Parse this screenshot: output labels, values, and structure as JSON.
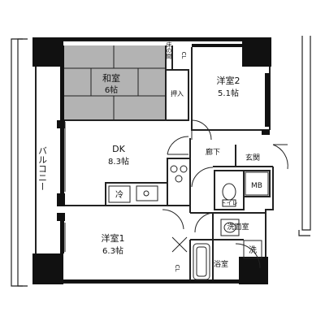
{
  "rooms": {
    "washitsu": {
      "name": "和室",
      "size": "6帖"
    },
    "yoshitsu2": {
      "name": "洋室2",
      "size": "5.1帖"
    },
    "dk": {
      "name": "DK",
      "size": "8.3帖"
    },
    "yoshitsu1": {
      "name": "洋室1",
      "size": "6.3帖"
    },
    "rouka": {
      "name": "廊下"
    },
    "genkan": {
      "name": "玄関"
    },
    "senmenjo": {
      "name": "洗面室"
    },
    "yokushitsu": {
      "name": "浴室"
    },
    "toilet": {
      "name": "トイレ"
    }
  },
  "balcony": {
    "label": "バルコニー"
  },
  "closets": {
    "oshiire": "押入",
    "tokonoma": "床の間"
  },
  "fixtures": {
    "fridge": "冷",
    "mb": "MB",
    "washer": "洗",
    "cl": "CL"
  },
  "colors": {
    "wall": "#111111",
    "tatami": "#b3b3b3",
    "line": "#222222"
  }
}
